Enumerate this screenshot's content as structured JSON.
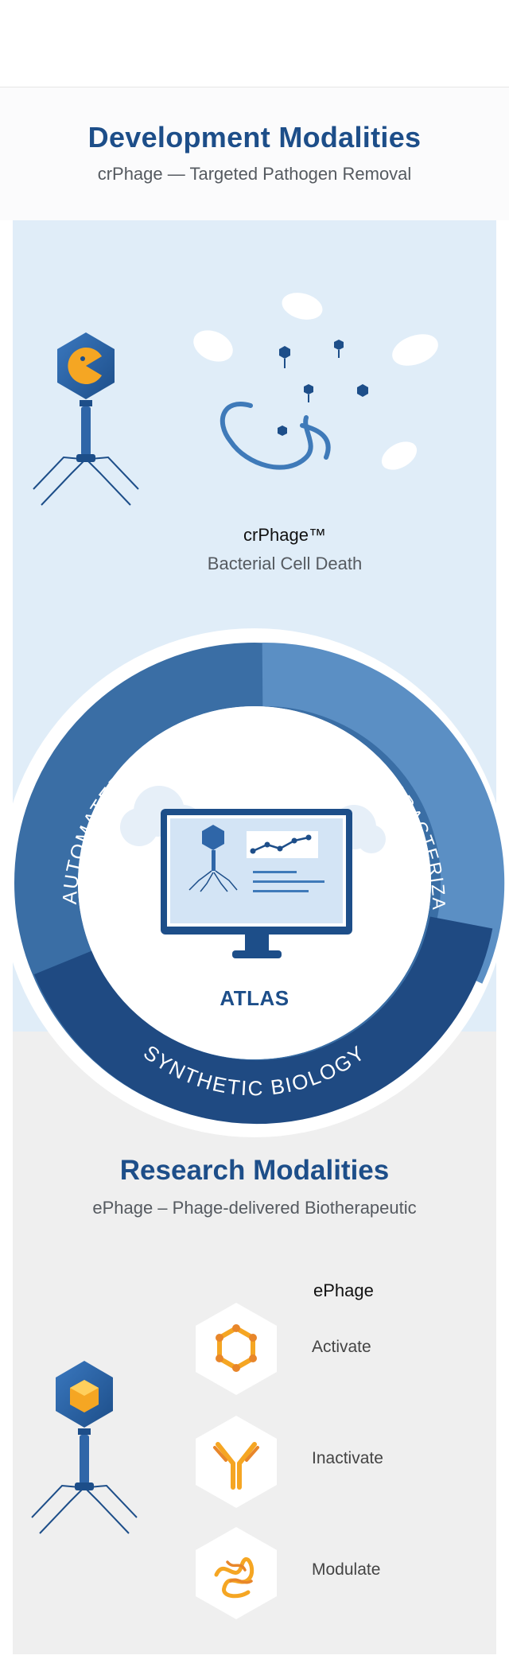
{
  "header": {
    "title": "Development Modalities",
    "subtitle": "crPhage — Targeted Pathogen Removal"
  },
  "crphage": {
    "title": "crPhage™",
    "subtitle": "Bacterial Cell Death"
  },
  "ring": {
    "segments": [
      "AUTOMATED DISCOVERY",
      "HIGH THROUGHPUT CHARACTERIZATION",
      "SYNTHETIC BIOLOGY"
    ],
    "center_label": "ATLAS"
  },
  "research": {
    "title": "Research Modalities",
    "subtitle": "ePhage – Phage-delivered Biotherapeutic"
  },
  "ephage": {
    "title": "ePhage",
    "items": [
      {
        "label": "Activate",
        "icon": "hexagon-molecule-icon"
      },
      {
        "label": "Inactivate",
        "icon": "antibody-icon"
      },
      {
        "label": "Modulate",
        "icon": "protein-icon"
      }
    ]
  },
  "colors": {
    "brand_dark": "#1d4e89",
    "ring_mid": "#3a6ea5",
    "ring_light": "#5b8fc4",
    "accent_orange": "#f5a623",
    "panel_blue": "#e0edf8",
    "panel_grey": "#efefef"
  }
}
